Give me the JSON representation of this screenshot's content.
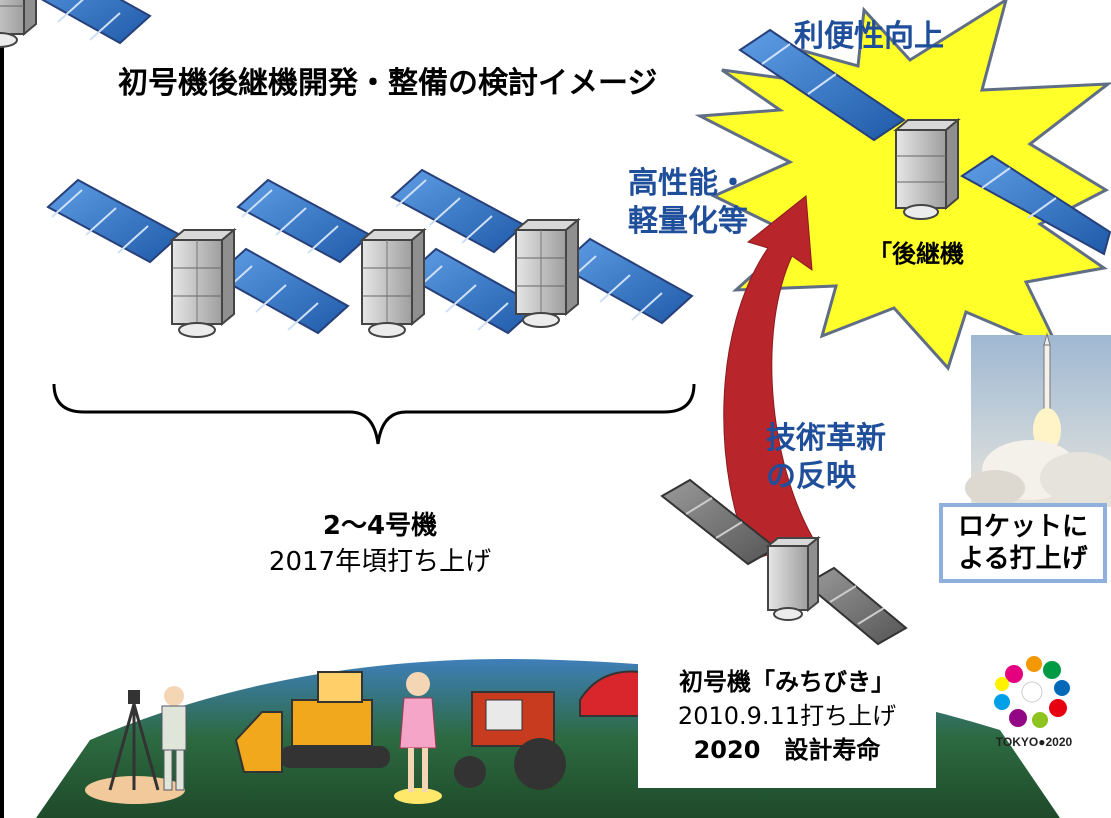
{
  "title": "初号機後継機開発・整備の検討イメージ",
  "group_label": {
    "name": "2～4号機",
    "launch": "2017年頃打ち上げ"
  },
  "annotations": {
    "convenience": "利便性向上",
    "high_perf_line1": "高性能・",
    "high_perf_line2": "軽量化等",
    "tech_line1": "技術革新",
    "tech_line2": "の反映"
  },
  "successor_label": "「後継機",
  "rocket": {
    "line1": "ロケットに",
    "line2": "よる打上げ"
  },
  "first_unit": {
    "name": "初号機「みちびき」",
    "launch": "2010.9.11打ち上げ",
    "life": "2020　設計寿命"
  },
  "logo_text": "TOKYO●2020",
  "colors": {
    "panel_blue": "#3a78c8",
    "arrow_red": "#b8262c",
    "burst_yellow": "#ffff2a",
    "annotation_blue": "#1f4e9a"
  }
}
